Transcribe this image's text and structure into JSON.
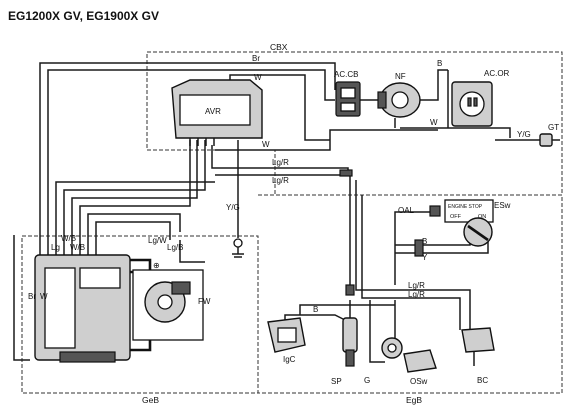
{
  "title": "EG1200X GV, EG1900X GV",
  "blocks": {
    "cbx": "CBX",
    "geb": "GeB",
    "egb": "EgB"
  },
  "components": {
    "avr": "AVR",
    "accb": "AC.CB",
    "nf": "NF",
    "acor": "AC.OR",
    "gt": "GT",
    "oal": "OAL",
    "esw": "ESw",
    "fw": "FW",
    "igc": "IgC",
    "sp": "SP",
    "osw": "OSw",
    "bc": "BC"
  },
  "switch_text": {
    "engine_stop": "ENGINE STOP",
    "off": "OFF",
    "on": "ON"
  },
  "wire_labels": {
    "br_top": "Br",
    "w_top": "W",
    "b_acor": "B",
    "w_acor": "W",
    "yg_gt": "Y/G",
    "w_avr": "W",
    "lgr_1": "Lg/R",
    "lgr_2": "Lg/R",
    "yg_avr": "Y/G",
    "b_esw": "B",
    "y_esw": "Y",
    "lgr_3": "Lg/R",
    "lgr_4": "Lg/R",
    "g_sp": "G",
    "wb_1": "W/B",
    "wb_2": "W/B",
    "lg_1": "Lg",
    "lgw": "Lg/W",
    "lgb": "Lg/B",
    "br_left": "Br",
    "w_left": "W",
    "b_igc": "B",
    "plus": "⊕"
  }
}
